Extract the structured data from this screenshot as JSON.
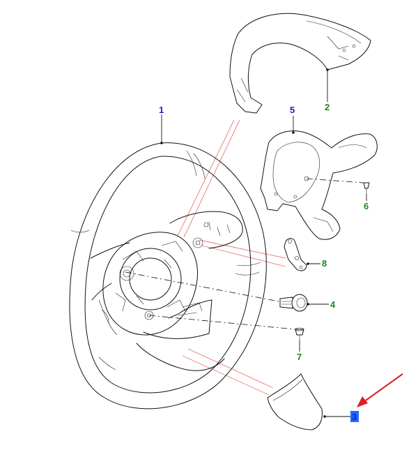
{
  "callouts": [
    {
      "id": "1",
      "label": "1",
      "color": "#1a1acc"
    },
    {
      "id": "2",
      "label": "2",
      "color": "#1a8a1a"
    },
    {
      "id": "3",
      "label": "3",
      "color": "#1a1acc",
      "highlighted": true,
      "highlight_color": "#1a6cff"
    },
    {
      "id": "4",
      "label": "4",
      "color": "#1a8a1a"
    },
    {
      "id": "5",
      "label": "5",
      "color": "#1a1acc"
    },
    {
      "id": "6",
      "label": "6",
      "color": "#1a8a1a"
    },
    {
      "id": "7",
      "label": "7",
      "color": "#1a8a1a"
    },
    {
      "id": "8",
      "label": "8",
      "color": "#1a8a1a"
    }
  ],
  "colors": {
    "line": "#111111",
    "assembly_line": "#e77b7b",
    "pointer_arrow": "#e02020",
    "background": "#ffffff"
  },
  "icons": {
    "pointer": "red-arrow-icon",
    "dot": "connector-dot-icon"
  }
}
